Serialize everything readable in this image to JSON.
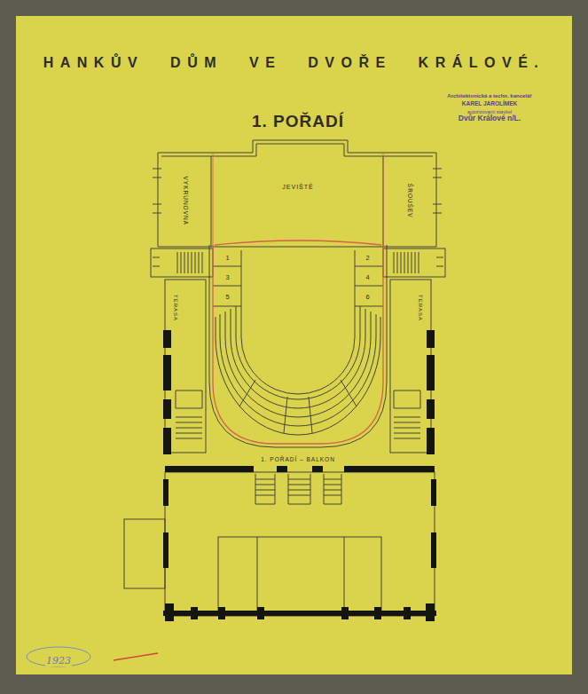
{
  "diagram": {
    "title": "HANKŮV DŮM VE DVOŘE KRÁLOVÉ.",
    "nodes": [
      {
        "text": [
          "VYKRUNOVNA"
        ]
      },
      {
        "text": [
          "JEVIŠTĚ"
        ]
      },
      {
        "text": [
          "ŠROUŠEV"
        ]
      },
      {
        "text": [
          "1"
        ]
      },
      {
        "text": [
          "2"
        ]
      },
      {
        "text": [
          "3"
        ]
      },
      {
        "text": [
          "4"
        ]
      },
      {
        "text": [
          "5"
        ]
      },
      {
        "text": [
          "6"
        ]
      },
      {
        "text": [
          "TERASA"
        ]
      },
      {
        "text": [
          "TERASA"
        ]
      }
    ],
    "labels": [
      "Architektonická a techn. kancelář",
      "KAREL JAROLÍMEK",
      "autorizovaný stavitel",
      "Dvůr Králové n/L.",
      "1. POŘADÍ",
      "1. POŘADÍ – BALKON",
      "1923"
    ]
  }
}
